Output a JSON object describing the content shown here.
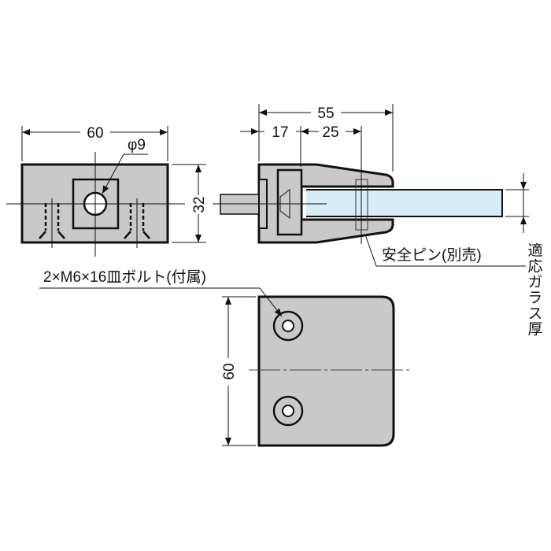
{
  "dimensions": {
    "front_width": "60",
    "hole_diameter": "φ9",
    "height": "32",
    "total_depth": "55",
    "depth_a": "17",
    "depth_b": "25",
    "bottom_height": "60"
  },
  "labels": {
    "bolt": "2×M6×16皿ボルト(付属)",
    "safety_pin": "安全ピン(別売)",
    "glass_thickness": "適応ガラス厚"
  },
  "colors": {
    "body": "#c9c9c9",
    "glass": "#d6edf7"
  }
}
